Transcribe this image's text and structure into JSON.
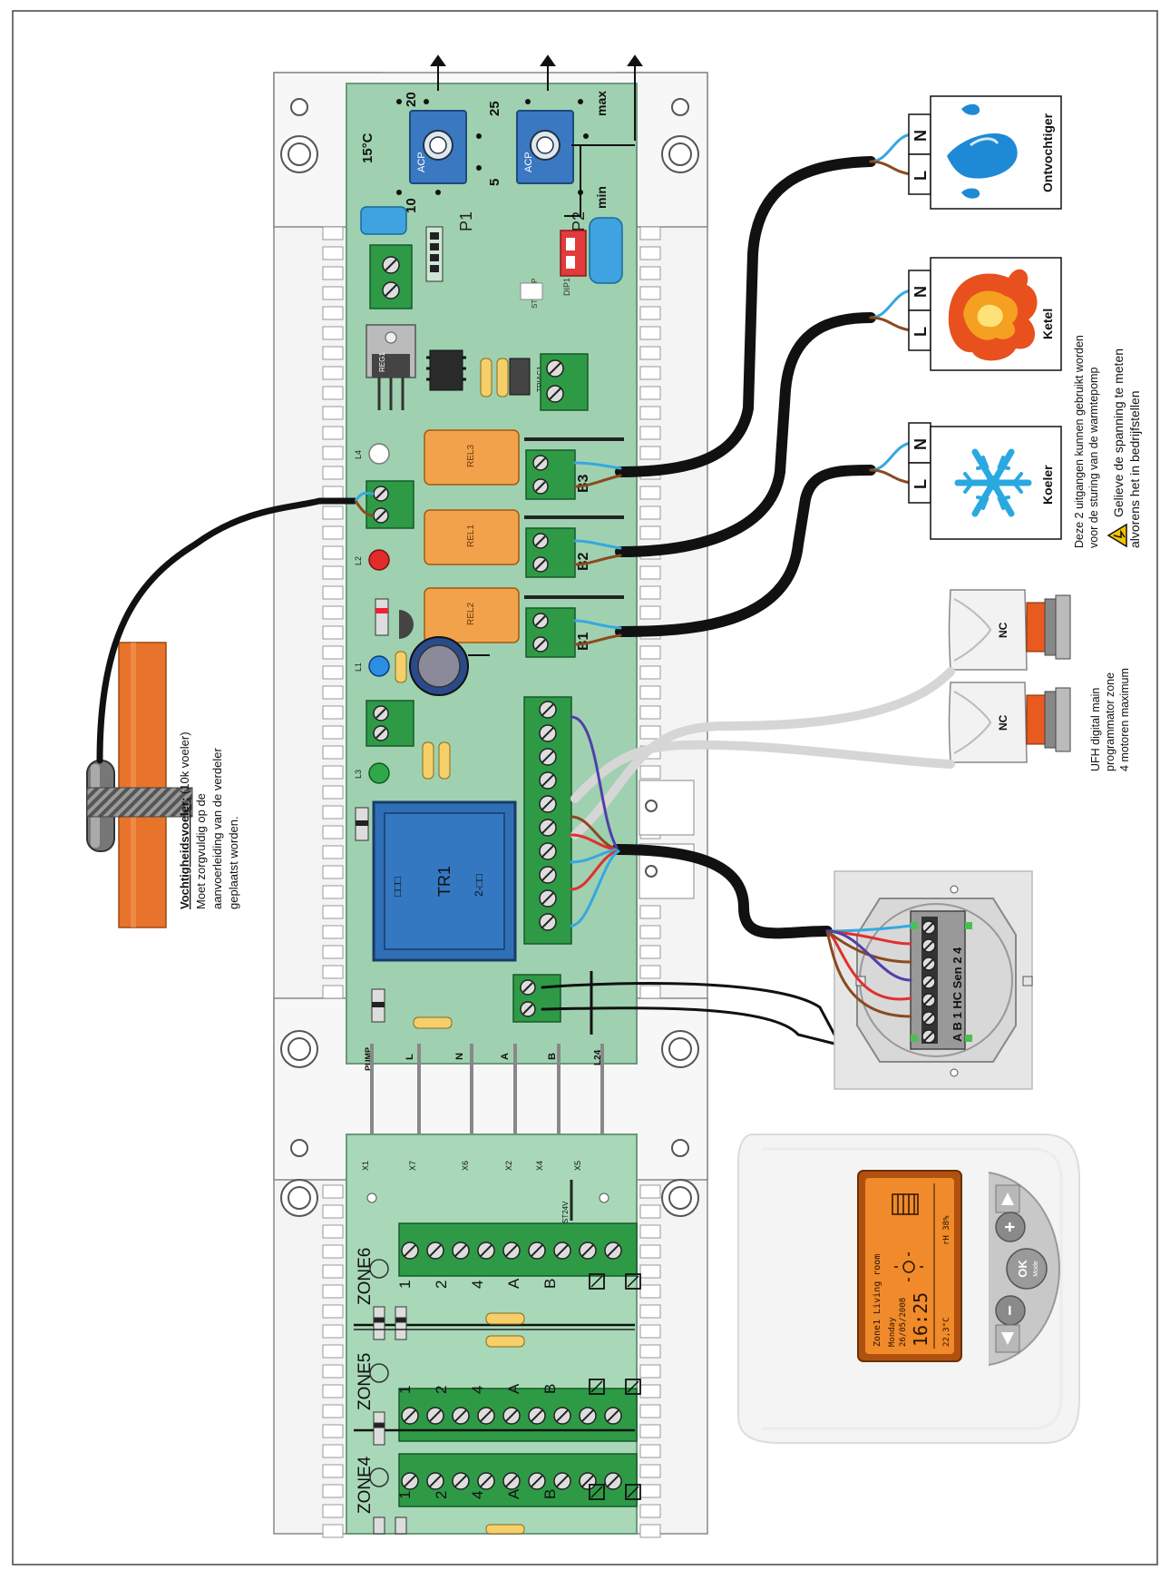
{
  "dials": {
    "p1": {
      "label": "P1",
      "marks": [
        "15°C",
        "20",
        "25",
        "5",
        "10"
      ],
      "chip": "ACP"
    },
    "p2": {
      "label": "P2",
      "marks": [
        "max",
        "min"
      ],
      "chip": "ACP"
    }
  },
  "board": {
    "dip": "DIP1",
    "stpump": "STPUMP",
    "reg": "REG1",
    "triac": "TRIAC1",
    "relays": [
      "REL3",
      "REL1",
      "REL2"
    ],
    "outputs": [
      "B3",
      "B2",
      "B1"
    ],
    "leds": [
      "L4",
      "L2",
      "L1",
      "L3"
    ],
    "transformer_line1": "TR1",
    "transformer_line2": "2-□□",
    "transformer_line3": "□□□",
    "bottom_labels": [
      "PUMP",
      "L",
      "N",
      "A",
      "B",
      "L24"
    ],
    "connector_labels": [
      "X1",
      "X7",
      "X6",
      "X2",
      "X4",
      "X5"
    ],
    "st24v": "ST24V"
  },
  "zones": {
    "names": [
      "ZONE6",
      "ZONE5",
      "ZONE4"
    ],
    "terminal_labels": [
      "1",
      "2",
      "4",
      "A",
      "B"
    ]
  },
  "devices": {
    "dehumidifier": {
      "name": "Ontvochtiger",
      "n": "N",
      "l": "L"
    },
    "boiler": {
      "name": "Ketel",
      "n": "N",
      "l": "L"
    },
    "cooler": {
      "name": "Koeler",
      "n": "N",
      "l": "L"
    }
  },
  "notes": {
    "outputs_line1": "Deze 2 uitgangen kunnen gebruikt worden",
    "outputs_line2": "voor de sturing van de warmtepomp",
    "warning_line1": "Gelieve de spanning te meten",
    "warning_line2": "alvorens  het in bedrijfstellen"
  },
  "motors": {
    "label": "NC",
    "caption_line1": "UFH digital main",
    "caption_line2": "programmator zone",
    "caption_line3": "4 motoren maximum"
  },
  "sensor": {
    "title": "Vochtigheidsvoeler:",
    "title_suffix": " (10k voeler)",
    "line2": "Moet zorgvuldig op de",
    "line3": "aanvoerleiding van de verdeler",
    "line4": "geplaatst worden."
  },
  "thermostat": {
    "terminal_labels": "A  B  1 HC Sen  2  4"
  },
  "programmer": {
    "screen_line1": "Zone1  Living room",
    "screen_line2": "Monday",
    "screen_line3": "26/05/2008",
    "screen_time": "16:25",
    "screen_temp": "22,3°C",
    "screen_rh": "rH 38%",
    "ok": "OK",
    "ok_sub": "Mode",
    "plus": "+",
    "minus": "−"
  },
  "colors": {
    "board": "#9fd1b0",
    "zone_board": "#a8d8b8",
    "terminal": "#2e9a46",
    "relay": "#f2a24a",
    "transformer": "#2f6fb5",
    "pipe": "#e8732a",
    "wire_blue": "#35a8e0",
    "wire_brown": "#8a4a1f"
  }
}
